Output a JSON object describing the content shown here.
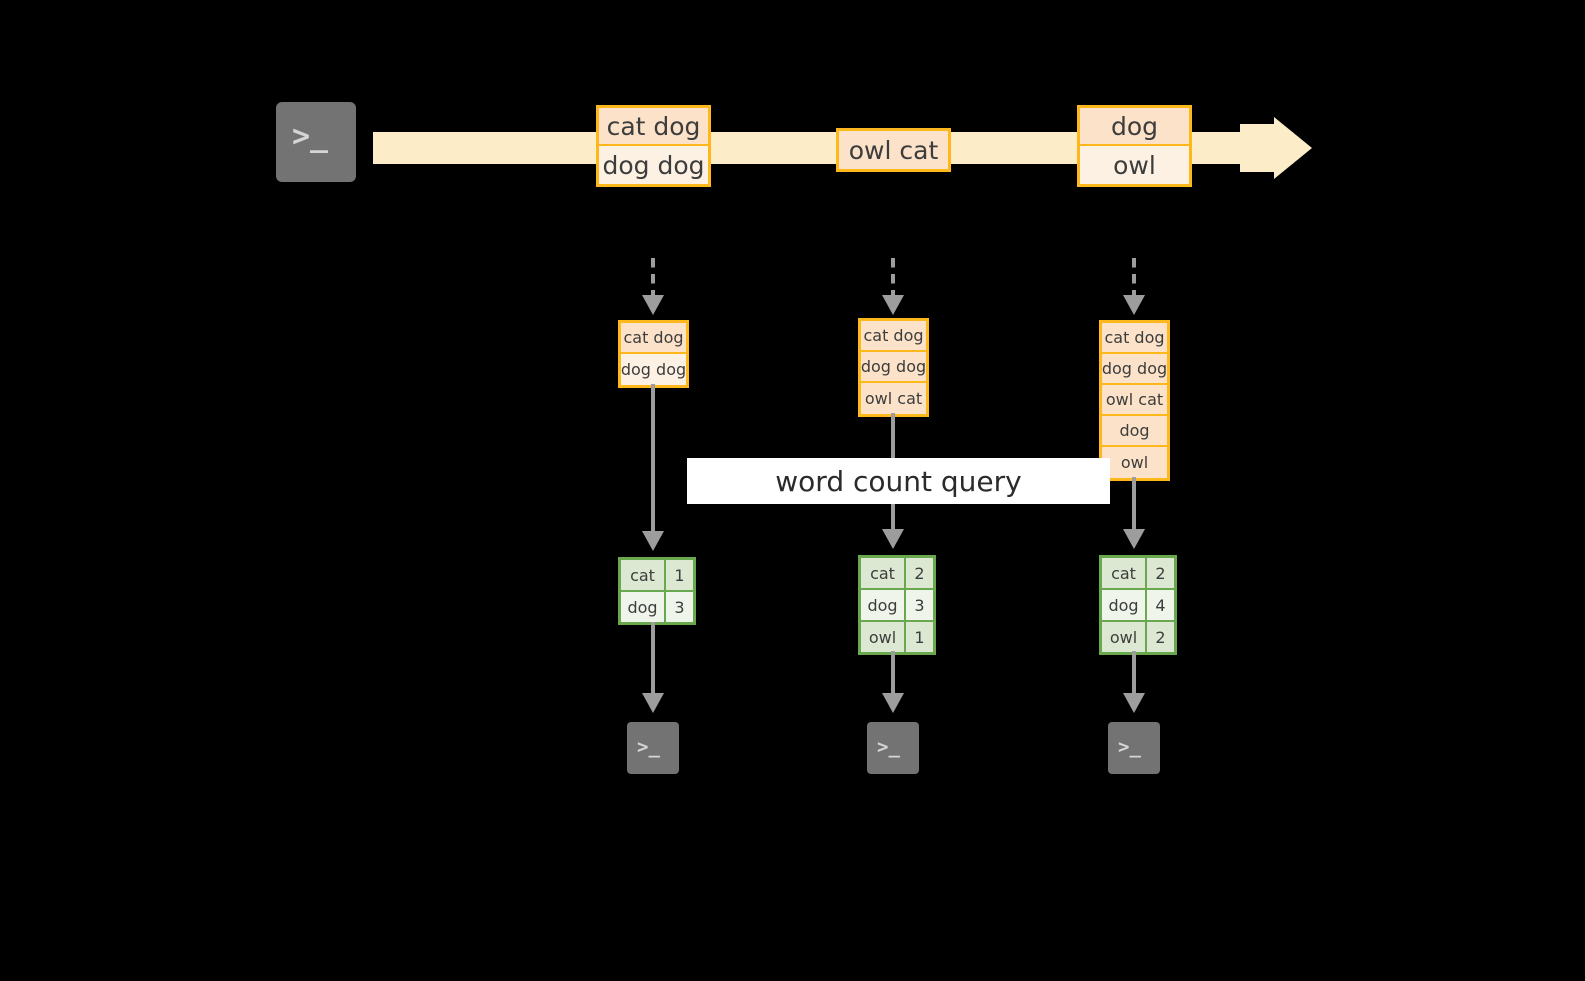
{
  "diagram": {
    "title": "word count query streaming diagram",
    "background_color": "#000000",
    "accent_orange": "#ffb81c",
    "accent_green": "#6aa84f",
    "band_color": "#fdecc8",
    "connector_color": "#9d9d9d"
  },
  "source": {
    "icon": "terminal-icon",
    "prompt": ">_"
  },
  "stream": {
    "arrow_label": "",
    "records": [
      {
        "id": "record-1",
        "lines": [
          "cat dog",
          "dog dog"
        ]
      },
      {
        "id": "record-2",
        "lines": [
          "owl cat"
        ]
      },
      {
        "id": "record-3",
        "lines": [
          "dog",
          "owl"
        ]
      }
    ]
  },
  "query": {
    "label": "word count query"
  },
  "columns": [
    {
      "id": "column-1",
      "input_table": {
        "name": "accumulated-input-1",
        "rows": [
          "cat dog",
          "dog dog"
        ]
      },
      "result_table": {
        "name": "word-count-result-1",
        "rows": [
          {
            "word": "cat",
            "count": "1"
          },
          {
            "word": "dog",
            "count": "3"
          }
        ]
      },
      "sink": {
        "icon": "terminal-icon",
        "prompt": ">_"
      }
    },
    {
      "id": "column-2",
      "input_table": {
        "name": "accumulated-input-2",
        "rows": [
          "cat dog",
          "dog dog",
          "owl cat"
        ]
      },
      "result_table": {
        "name": "word-count-result-2",
        "rows": [
          {
            "word": "cat",
            "count": "2"
          },
          {
            "word": "dog",
            "count": "3"
          },
          {
            "word": "owl",
            "count": "1"
          }
        ]
      },
      "sink": {
        "icon": "terminal-icon",
        "prompt": ">_"
      }
    },
    {
      "id": "column-3",
      "input_table": {
        "name": "accumulated-input-3",
        "rows": [
          "cat dog",
          "dog dog",
          "owl cat",
          "dog",
          "owl"
        ]
      },
      "result_table": {
        "name": "word-count-result-3",
        "rows": [
          {
            "word": "cat",
            "count": "2"
          },
          {
            "word": "dog",
            "count": "4"
          },
          {
            "word": "owl",
            "count": "2"
          }
        ]
      },
      "sink": {
        "icon": "terminal-icon",
        "prompt": ">_"
      }
    }
  ]
}
